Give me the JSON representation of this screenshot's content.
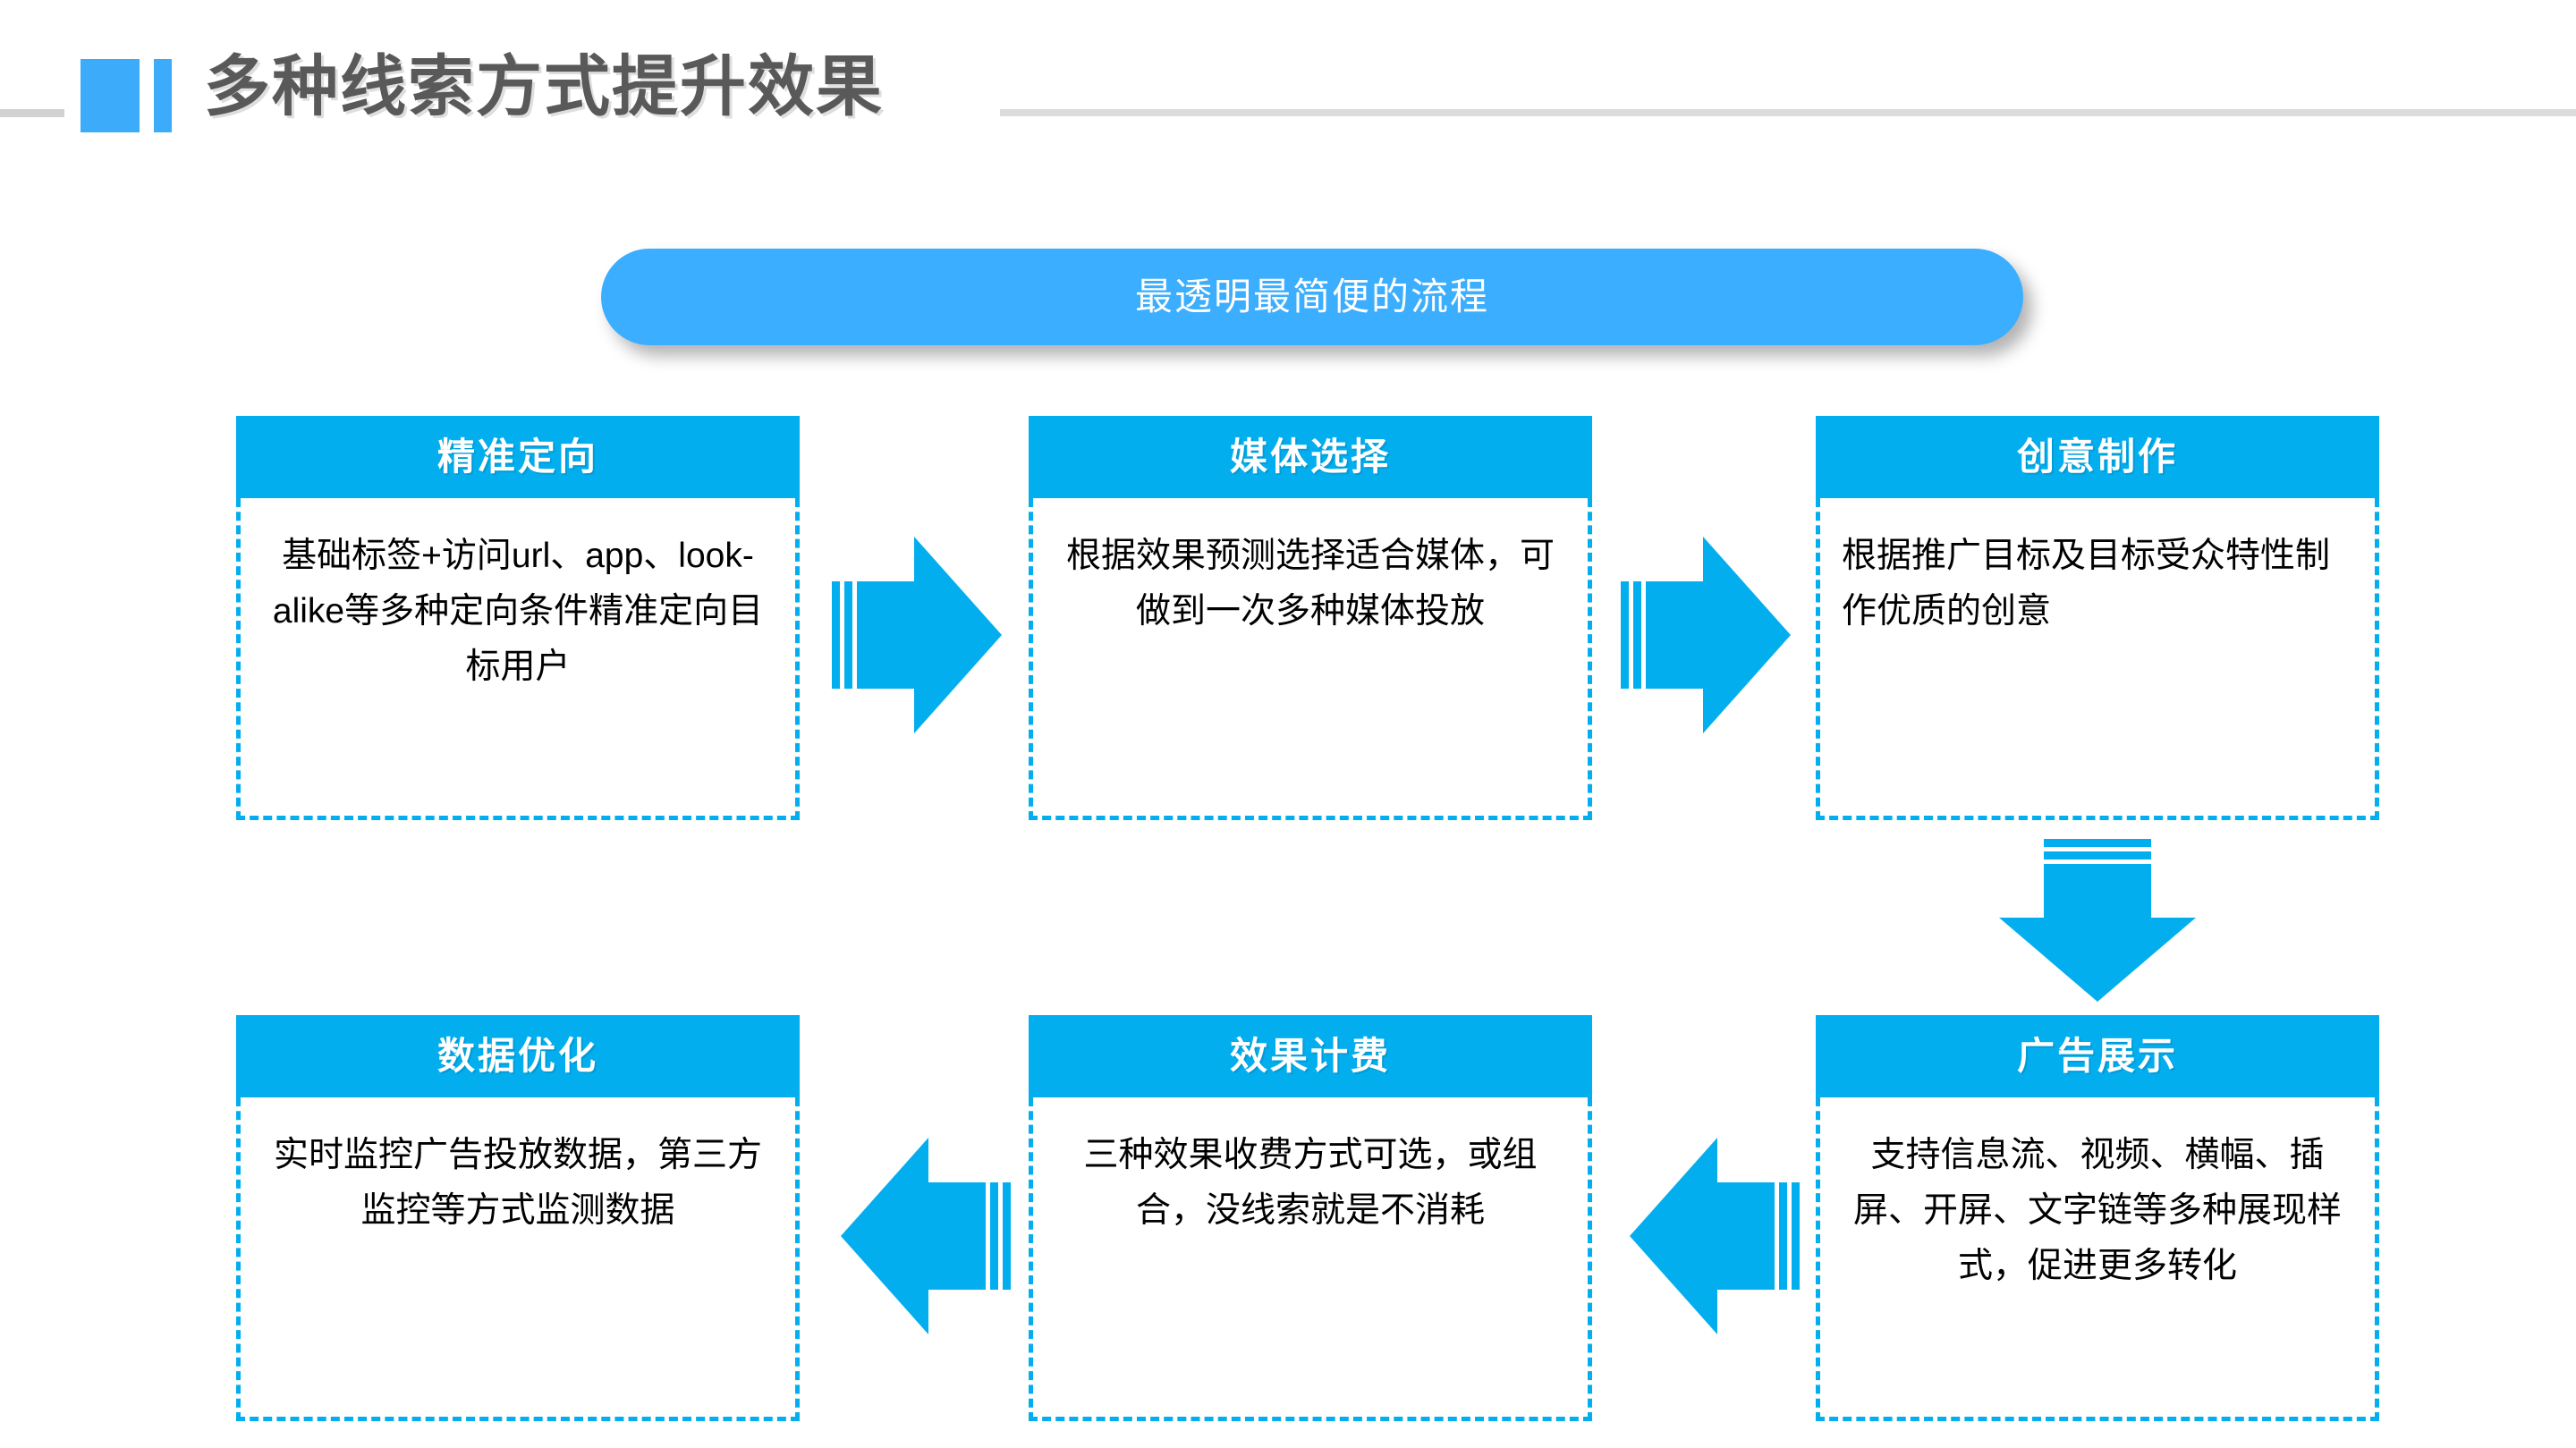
{
  "slide": {
    "title": "多种线索方式提升效果",
    "banner": "最透明最简便的流程",
    "accent_blue": "#03aeef",
    "banner_blue": "#3caeff",
    "title_gray": "#595959"
  },
  "cards": [
    {
      "id": "precise-targeting",
      "header": "精准定向",
      "body": "基础标签+访问url、app、look-alike等多种定向条件精准定向目标用户"
    },
    {
      "id": "media-selection",
      "header": "媒体选择",
      "body": "根据效果预测选择适合媒体，可做到一次多种媒体投放"
    },
    {
      "id": "creative-production",
      "header": "创意制作",
      "body": "根据推广目标及目标受众特性制作优质的创意"
    },
    {
      "id": "data-optimization",
      "header": "数据优化",
      "body": "实时监控广告投放数据，第三方监控等方式监测数据"
    },
    {
      "id": "performance-billing",
      "header": "效果计费",
      "body": "三种效果收费方式可选，或组合，没线索就是不消耗"
    },
    {
      "id": "ad-display",
      "header": "广告展示",
      "body": "支持信息流、视频、横幅、插屏、开屏、文字链等多种展现样式，促进更多转化"
    }
  ],
  "arrows": [
    {
      "id": "arrow-1",
      "direction": "right"
    },
    {
      "id": "arrow-2",
      "direction": "right"
    },
    {
      "id": "arrow-3",
      "direction": "down"
    },
    {
      "id": "arrow-4",
      "direction": "left"
    },
    {
      "id": "arrow-5",
      "direction": "left"
    }
  ]
}
